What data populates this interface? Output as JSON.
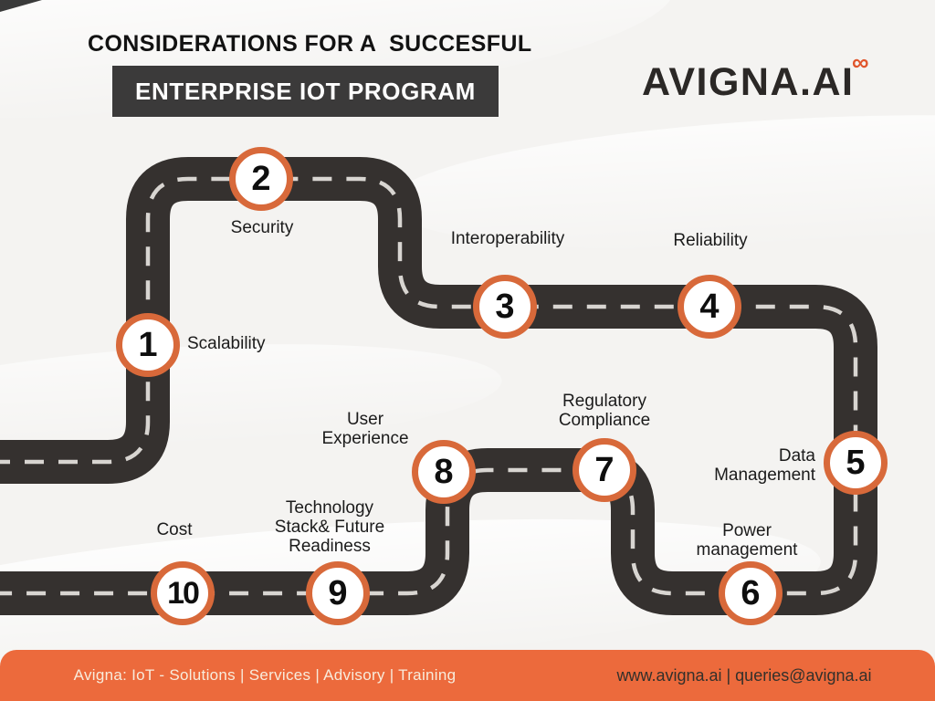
{
  "header": {
    "title_line": "CONSIDERATIONS FOR A  SUCCESFUL",
    "title_box": "ENTERPRISE IOT PROGRAM"
  },
  "logo": {
    "main": "AVIGNA.A",
    "i": "I",
    "infinity_glyph": "∞"
  },
  "milestones": [
    {
      "number": "1",
      "label": "Scalability"
    },
    {
      "number": "2",
      "label": "Security"
    },
    {
      "number": "3",
      "label": "Interoperability"
    },
    {
      "number": "4",
      "label": "Reliability"
    },
    {
      "number": "5",
      "label": "Data\nManagement"
    },
    {
      "number": "6",
      "label": "Power\nmanagement"
    },
    {
      "number": "7",
      "label": "Regulatory\nCompliance"
    },
    {
      "number": "8",
      "label": "User\nExperience"
    },
    {
      "number": "9",
      "label": "Technology\nStack& Future\nReadiness"
    },
    {
      "number": "10",
      "label": "Cost"
    }
  ],
  "footer": {
    "left_text": "Avigna: IoT - Solutions | Services | Advisory | Training",
    "right_text": "www.avigna.ai | queries@avigna.ai"
  },
  "colors": {
    "road_dark": "#35312f",
    "road_dash": "#d8d5d1",
    "marker_ring_orange": "#d8693a",
    "footer_orange": "#ec6a3c",
    "title_box_bg": "#3b3a3a",
    "logo_infinity_orange": "#e0552c"
  }
}
